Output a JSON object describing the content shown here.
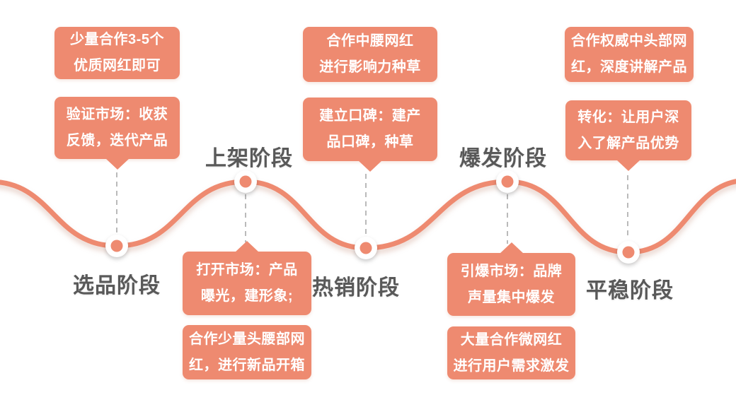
{
  "colors": {
    "coral": "#EE8A70",
    "label": "#595959",
    "connector": "#B3B3B3",
    "background": "#FFFFFF"
  },
  "stages": [
    {
      "label": "选品阶段"
    },
    {
      "label": "上架阶段"
    },
    {
      "label": "热销阶段"
    },
    {
      "label": "爆发阶段"
    },
    {
      "label": "平稳阶段"
    }
  ],
  "callouts": {
    "top_notes": [
      {
        "lines": [
          "少量合作3-5个",
          "优质网红即可"
        ]
      },
      {
        "lines": [
          "合作中腰网红",
          "进行影响力种草"
        ]
      },
      {
        "lines": [
          "合作权威中头部网",
          "红，深度讲解产品"
        ]
      }
    ],
    "upper_strategies": [
      {
        "lines": [
          "验证市场：收获",
          "反馈，迭代产品"
        ]
      },
      {
        "lines": [
          "建立口碑：建产",
          "品口碑，种草"
        ]
      },
      {
        "lines": [
          "转化：让用户深",
          "入了解产品优势"
        ]
      }
    ],
    "lower_strategies": [
      {
        "lines": [
          "打开市场：产品",
          "曝光，建形象;"
        ]
      },
      {
        "lines": [
          "引爆市场：品牌",
          "声量集中爆发"
        ]
      }
    ],
    "bottom_notes": [
      {
        "lines": [
          "合作少量头腰部网",
          "红，进行新品开箱"
        ]
      },
      {
        "lines": [
          "大量合作微网红",
          "进行用户需求激发"
        ]
      }
    ]
  }
}
